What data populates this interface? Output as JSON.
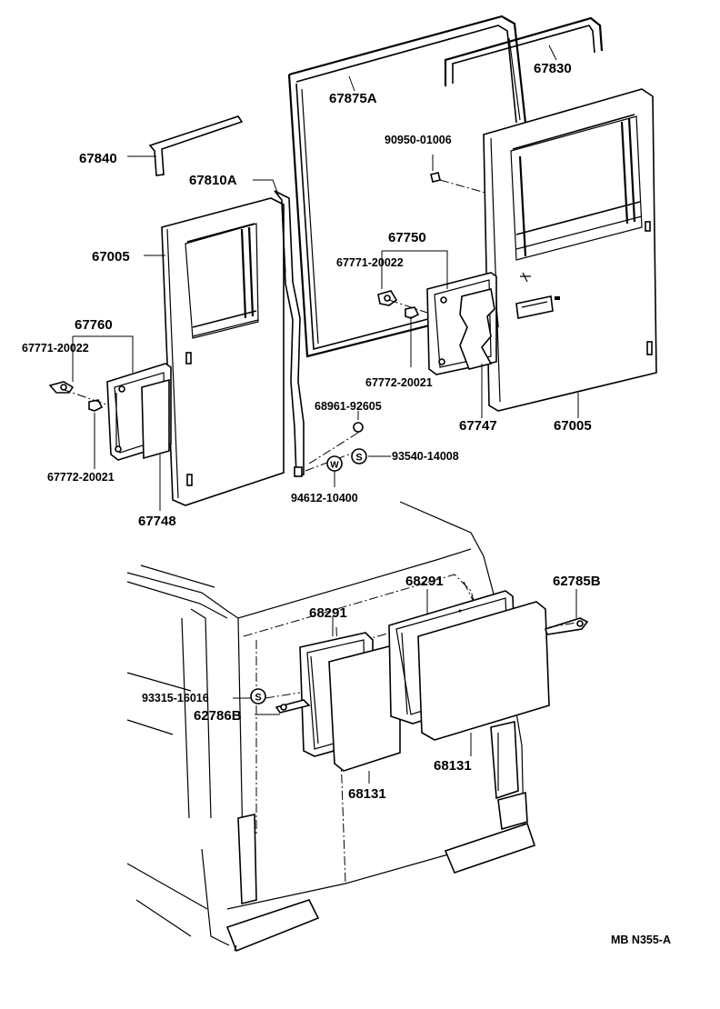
{
  "diagram": {
    "labels": {
      "p67830": "67830",
      "p67875A": "67875A",
      "p90950": "90950-01006",
      "p67840": "67840",
      "p67810A": "67810A",
      "p67005_left": "67005",
      "p67750": "67750",
      "p67771_right": "67771-20022",
      "p67760": "67760",
      "p67771_left": "67771-20022",
      "p67772_right": "67772-20021",
      "p68961": "68961-92605",
      "p67747": "67747",
      "p67005_right": "67005",
      "p93540": "93540-14008",
      "p67772_left": "67772-20021",
      "p94612": "94612-10400",
      "p67748": "67748",
      "p68291_left": "68291",
      "p68291_right": "68291",
      "p62785B": "62785B",
      "p93315": "93315-16016",
      "p62786B": "62786B",
      "p68131_left": "68131",
      "p68131_right": "68131",
      "code": "MB N355-A"
    },
    "symbols": {
      "s_mark": "S",
      "w_mark": "W"
    }
  }
}
